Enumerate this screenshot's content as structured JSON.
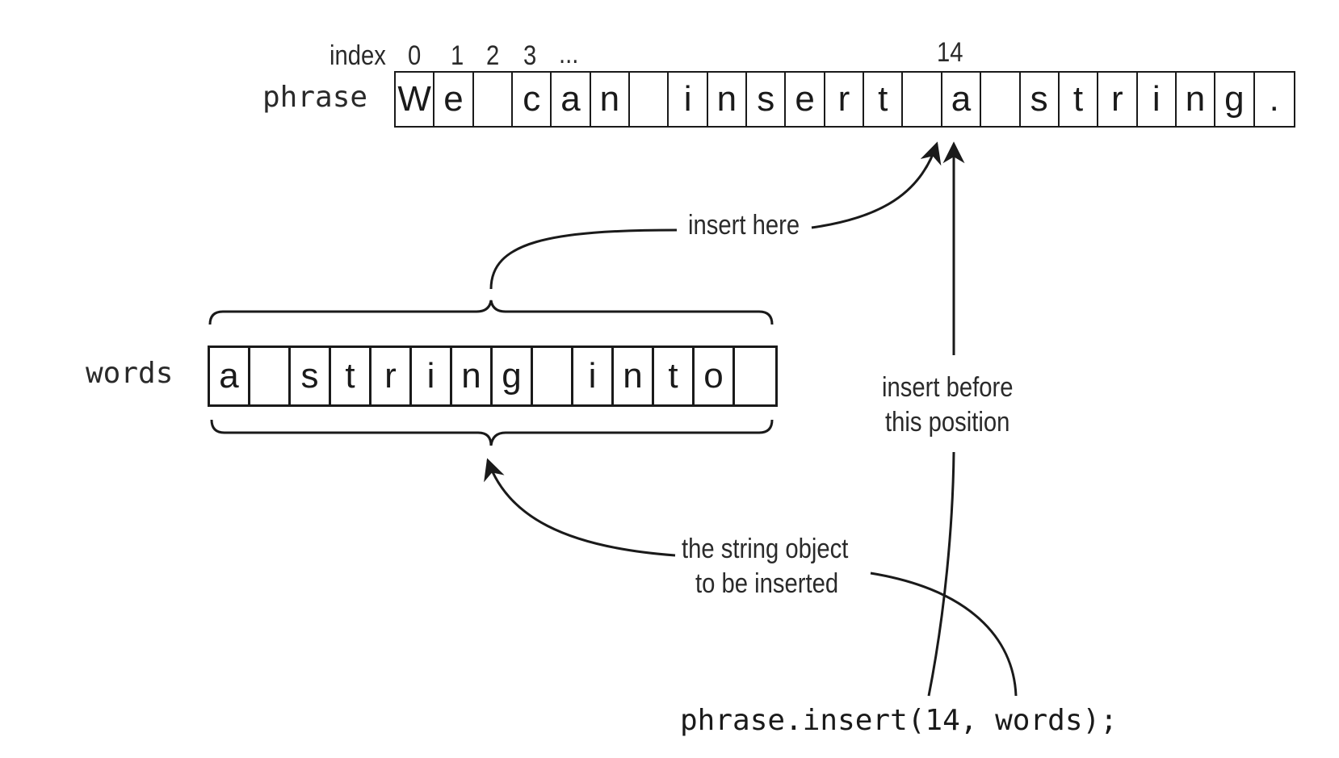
{
  "index_label": "index",
  "index_numbers": [
    "0",
    "1",
    "2",
    "3",
    "..."
  ],
  "position_number": "14",
  "phrase_label": "phrase",
  "phrase_chars": [
    "W",
    "e",
    " ",
    "c",
    "a",
    "n",
    " ",
    "i",
    "n",
    "s",
    "e",
    "r",
    "t",
    " ",
    "a",
    " ",
    "s",
    "t",
    "r",
    "i",
    "n",
    "g",
    "."
  ],
  "words_label": "words",
  "words_chars": [
    "a",
    " ",
    "s",
    "t",
    "r",
    "i",
    "n",
    "g",
    " ",
    "i",
    "n",
    "t",
    "o",
    " "
  ],
  "annotations": {
    "insert_here": "insert here",
    "insert_before_line1": "insert before",
    "insert_before_line2": "this position",
    "string_object_line1": "the string object",
    "string_object_line2": "to be inserted"
  },
  "code": "phrase.insert(14, words);"
}
